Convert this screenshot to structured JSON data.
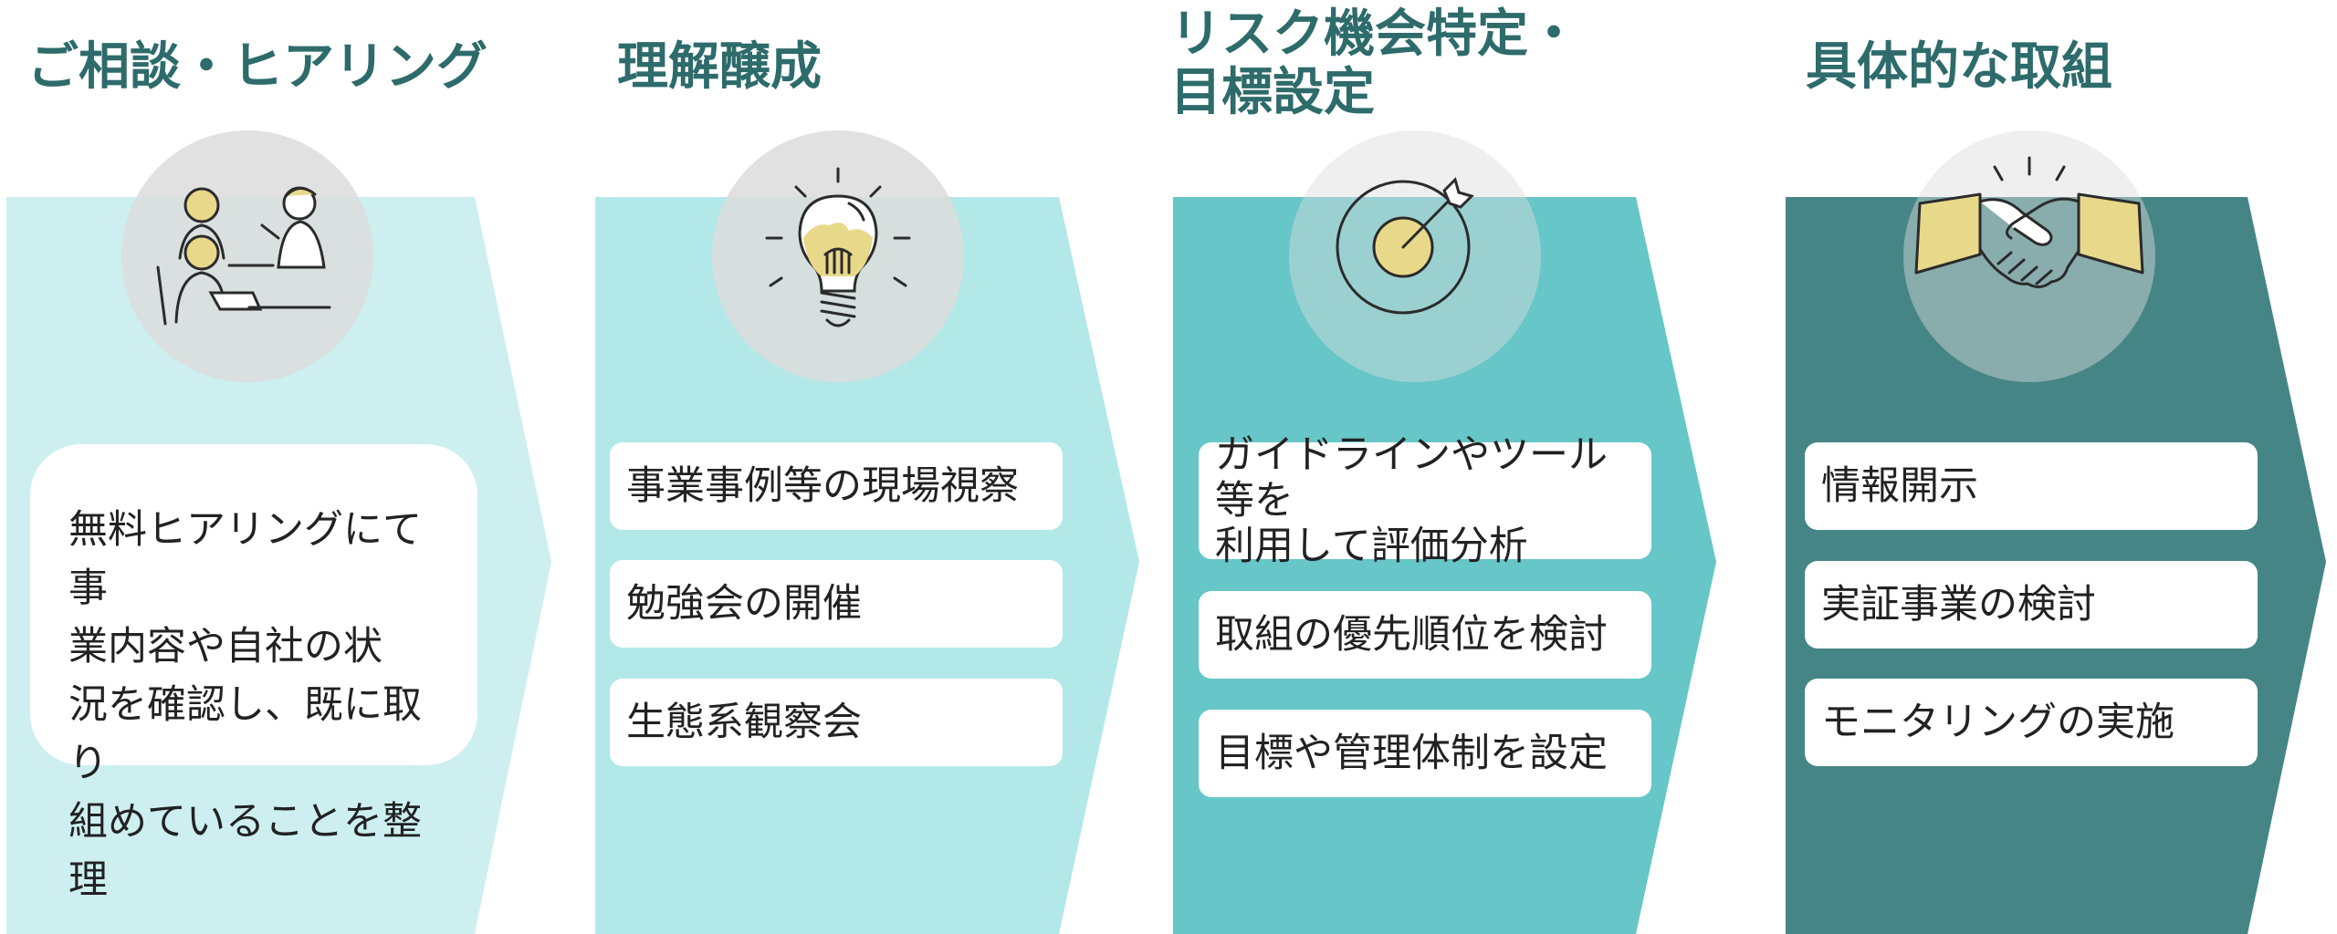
{
  "colors": {
    "title": "#2e6b6b",
    "stage_1": "#cdeff0",
    "stage_2": "#b3e8e8",
    "stage_3": "#66c6c8",
    "stage_4": "#468585",
    "icon_circle": "#dcdcdc",
    "accent_yellow": "#e8d88a",
    "card": "#ffffff",
    "text": "#222222"
  },
  "stages": [
    {
      "title": "ご相談・ヒアリング",
      "icon": "consultation-people-icon",
      "note": "無料ヒアリングにて事\n業内容や自社の状\n況を確認し、既に取り\n組めていることを整理"
    },
    {
      "title": "理解醸成",
      "icon": "lightbulb-icon",
      "items": [
        "事業事例等の現場視察",
        "勉強会の開催",
        "生態系観察会"
      ]
    },
    {
      "title": "リスク機会特定・\n目標設定",
      "icon": "target-arrow-icon",
      "items": [
        "ガイドラインやツール等を\n利用して評価分析",
        "取組の優先順位を検討",
        "目標や管理体制を設定"
      ]
    },
    {
      "title": "具体的な取組",
      "icon": "handshake-icon",
      "items": [
        "情報開示",
        "実証事業の検討",
        "モニタリングの実施"
      ]
    }
  ]
}
